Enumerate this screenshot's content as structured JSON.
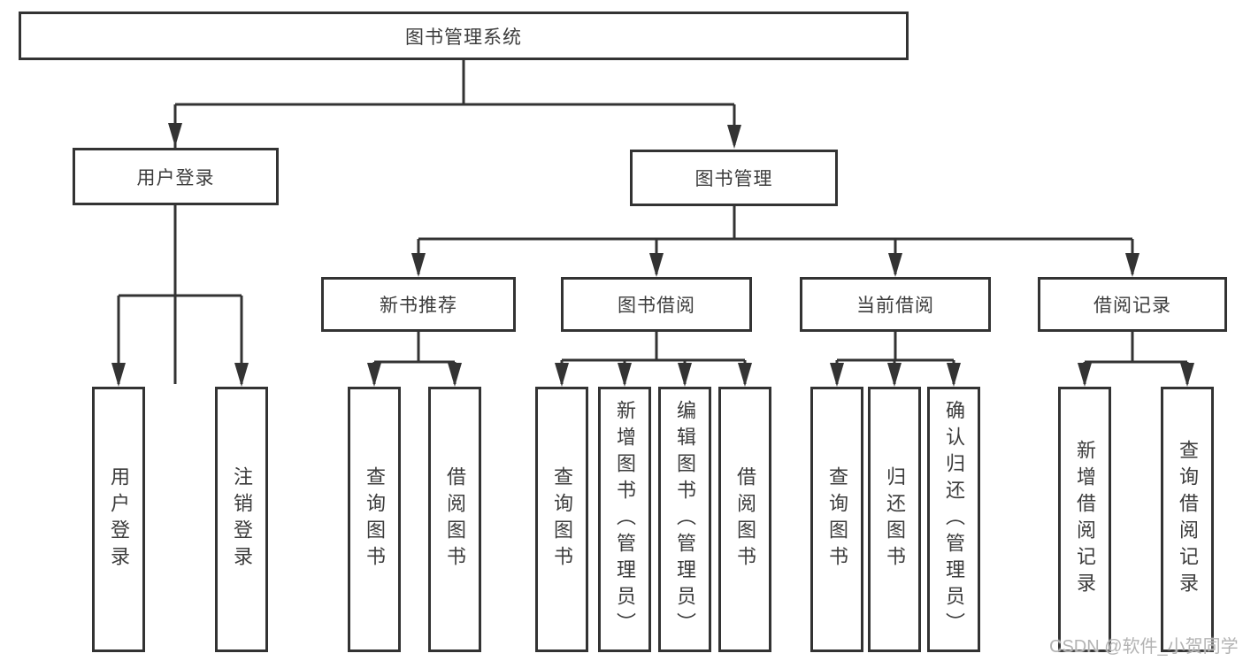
{
  "diagram": {
    "root_label": "图书管理系统",
    "level2": {
      "user_login": "用户登录",
      "book_management": "图书管理"
    },
    "level3": {
      "new_book_recommend": "新书推荐",
      "book_borrow": "图书借阅",
      "current_borrow": "当前借阅",
      "borrow_records": "借阅记录"
    },
    "leaves": {
      "user_login": [
        "用户登录",
        "注销登录"
      ],
      "new_book_recommend": [
        "查询图书",
        "借阅图书"
      ],
      "book_borrow": [
        "查询图书",
        "新增图书（管理员）",
        "编辑图书（管理员）",
        "借阅图书"
      ],
      "current_borrow": [
        "查询图书",
        "归还图书",
        "确认归还（管理员）"
      ],
      "borrow_records": [
        "新增借阅记录",
        "查询借阅记录"
      ]
    },
    "line_color": "#333333",
    "text_color": "#3c3c3c",
    "box_background": "#ffffff"
  },
  "watermark": {
    "text": "CSDN @软件_小贺同学",
    "color": "#b3b3b3"
  }
}
